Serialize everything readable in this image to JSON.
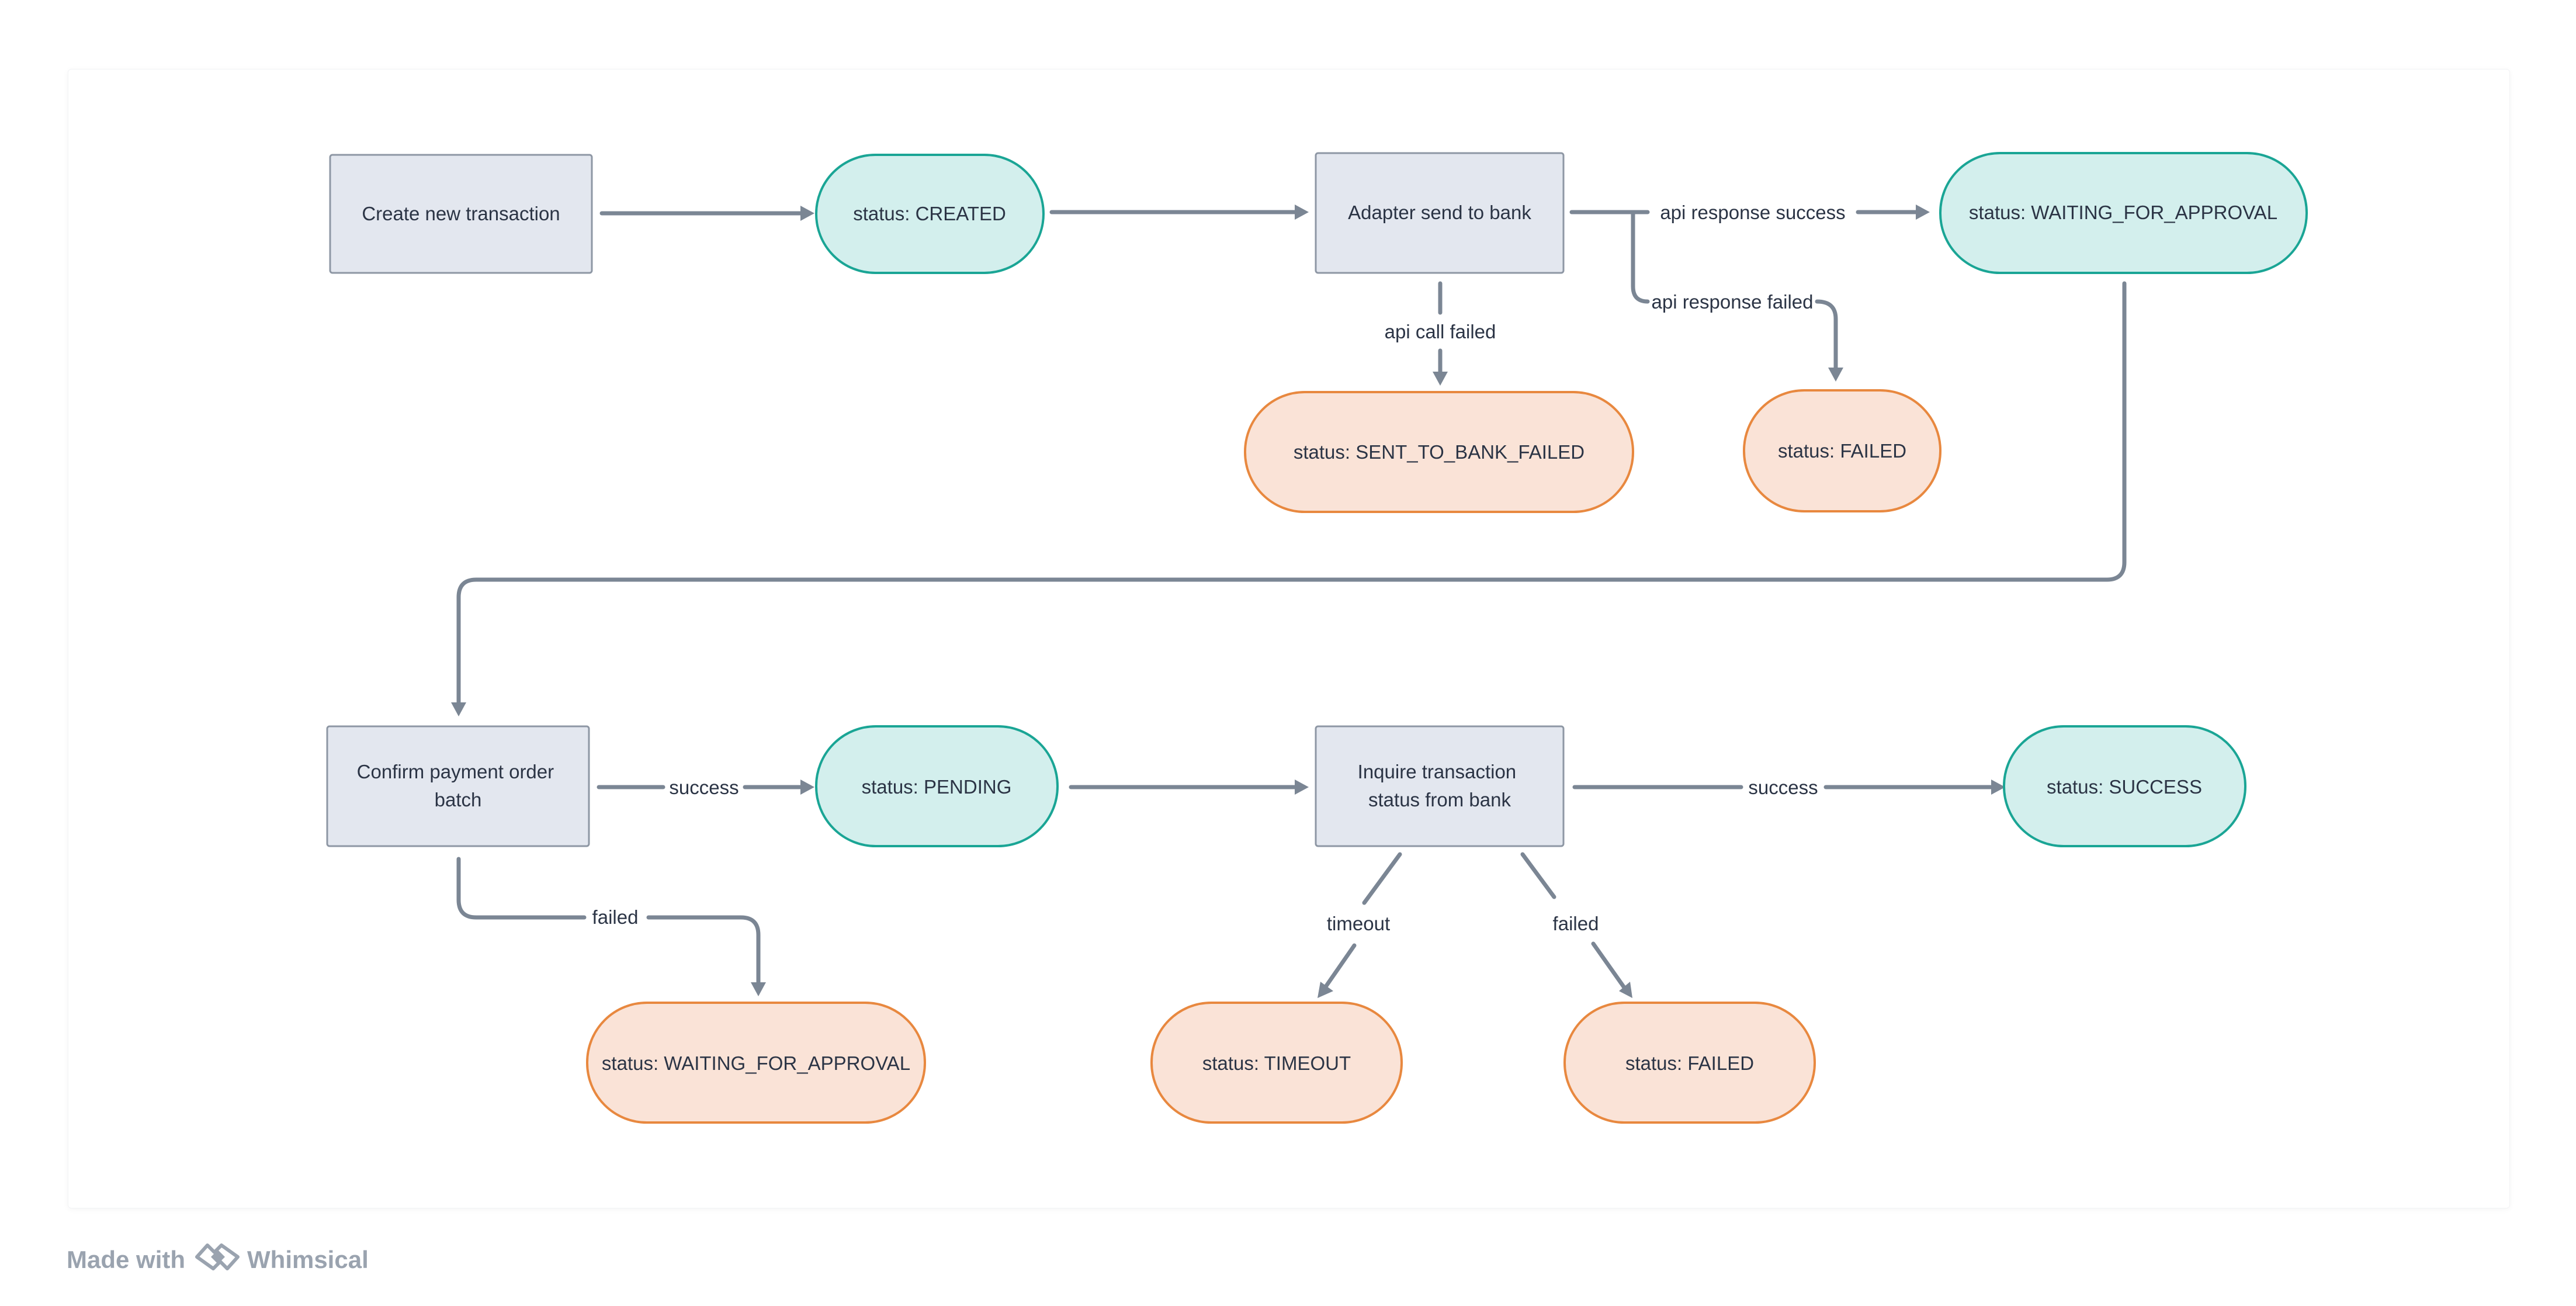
{
  "nodes": {
    "create_tx": "Create new transaction",
    "status_created": "status: CREATED",
    "adapter_send": "Adapter send to bank",
    "status_waiting_top": "status: WAITING_FOR_APPROVAL",
    "status_sent_failed": "status: SENT_TO_BANK_FAILED",
    "status_failed_top": "status: FAILED",
    "confirm_batch_line1": "Confirm payment order",
    "confirm_batch_line2": "batch",
    "status_pending": "status: PENDING",
    "inquire_line1": "Inquire transaction",
    "inquire_line2": "status from bank",
    "status_success": "status: SUCCESS",
    "status_waiting_bottom": "status: WAITING_FOR_APPROVAL",
    "status_timeout": "status: TIMEOUT",
    "status_failed_bottom": "status: FAILED"
  },
  "edges": {
    "api_response_success": "api response success",
    "api_response_failed": "api response failed",
    "api_call_failed": "api call failed",
    "success_confirm": "success",
    "failed_confirm": "failed",
    "success_inquire": "success",
    "timeout": "timeout",
    "failed_inquire": "failed"
  },
  "colors": {
    "process_fill": "#e3e7ef",
    "process_stroke": "#8e97a4",
    "success_fill": "#d3efed",
    "success_stroke": "#1aa595",
    "failure_fill": "#fae3d7",
    "failure_stroke": "#e8883f",
    "connector": "#7b8694"
  },
  "footer": {
    "made_with": "Made with",
    "brand": "Whimsical",
    "logo_icon": "whimsical-logo-icon"
  }
}
